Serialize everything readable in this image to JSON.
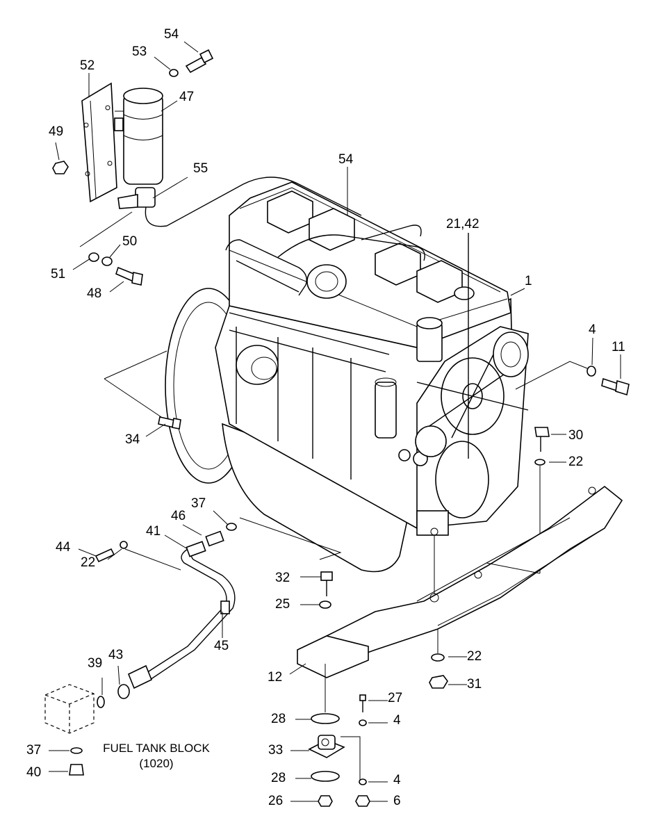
{
  "diagram": {
    "callouts": [
      {
        "id": "c54a",
        "text": "54"
      },
      {
        "id": "c53",
        "text": "53"
      },
      {
        "id": "c52",
        "text": "52"
      },
      {
        "id": "c47",
        "text": "47"
      },
      {
        "id": "c49",
        "text": "49"
      },
      {
        "id": "c55",
        "text": "55"
      },
      {
        "id": "c54b",
        "text": "54"
      },
      {
        "id": "c50",
        "text": "50"
      },
      {
        "id": "c51",
        "text": "51"
      },
      {
        "id": "c48",
        "text": "48"
      },
      {
        "id": "c2142",
        "text": "21,42"
      },
      {
        "id": "c1",
        "text": "1"
      },
      {
        "id": "c4a",
        "text": "4"
      },
      {
        "id": "c11",
        "text": "11"
      },
      {
        "id": "c30",
        "text": "30"
      },
      {
        "id": "c22a",
        "text": "22"
      },
      {
        "id": "c34",
        "text": "34"
      },
      {
        "id": "c37a",
        "text": "37"
      },
      {
        "id": "c46",
        "text": "46"
      },
      {
        "id": "c41",
        "text": "41"
      },
      {
        "id": "c44",
        "text": "44"
      },
      {
        "id": "c22b",
        "text": "22"
      },
      {
        "id": "c45",
        "text": "45"
      },
      {
        "id": "c32",
        "text": "32"
      },
      {
        "id": "c25",
        "text": "25"
      },
      {
        "id": "c22c",
        "text": "22"
      },
      {
        "id": "c12",
        "text": "12"
      },
      {
        "id": "c31",
        "text": "31"
      },
      {
        "id": "c39",
        "text": "39"
      },
      {
        "id": "c43",
        "text": "43"
      },
      {
        "id": "c27",
        "text": "27"
      },
      {
        "id": "c28a",
        "text": "28"
      },
      {
        "id": "c4b",
        "text": "4"
      },
      {
        "id": "c33",
        "text": "33"
      },
      {
        "id": "c37b",
        "text": "37"
      },
      {
        "id": "c40",
        "text": "40"
      },
      {
        "id": "c28b",
        "text": "28"
      },
      {
        "id": "c4c",
        "text": "4"
      },
      {
        "id": "c26",
        "text": "26"
      },
      {
        "id": "c6",
        "text": "6"
      }
    ],
    "fuel_tank_block": {
      "title": "FUEL TANK BLOCK",
      "ref": "(1020)"
    }
  }
}
